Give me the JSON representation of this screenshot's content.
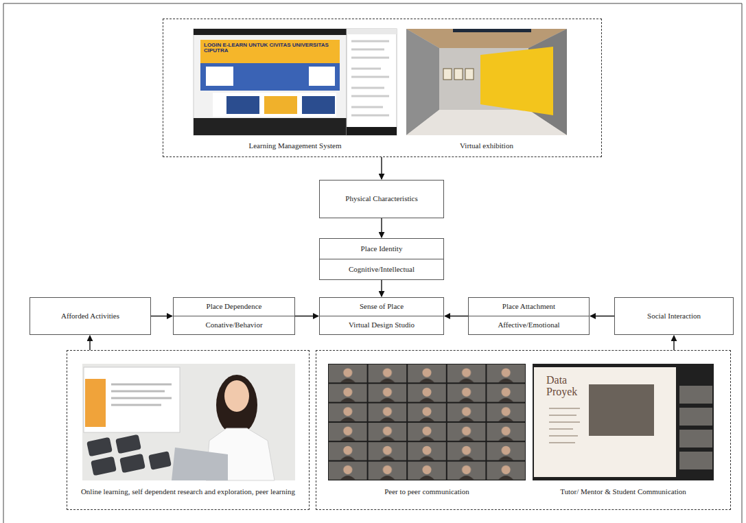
{
  "diagram": {
    "nodes": [
      {
        "text": [
          "Learning Management System",
          "Virtual exhibition"
        ]
      },
      {
        "text": [
          "Physical Characteristics"
        ]
      },
      {
        "text": [
          "Place Identity",
          "Cognitive/Intellectual"
        ]
      },
      {
        "text": [
          "Afforded Activities"
        ]
      },
      {
        "text": [
          "Place Dependence",
          "Conative/Behavior"
        ]
      },
      {
        "text": [
          "Sense of Place",
          "Virtual Design Studio"
        ]
      },
      {
        "text": [
          "Place Attachment",
          "Affective/Emotional"
        ]
      },
      {
        "text": [
          "Social Interaction"
        ]
      },
      {
        "text": [
          "Online learning, self dependent research and exploration, peer learning"
        ]
      },
      {
        "text": [
          "Peer to peer communication",
          "Tutor/ Mentor & Student Communication"
        ]
      }
    ],
    "edges": [
      {
        "from": 0,
        "to": 1,
        "arrow": "to"
      },
      {
        "from": 1,
        "to": 2,
        "arrow": "to"
      },
      {
        "from": 2,
        "to": 5,
        "arrow": "to"
      },
      {
        "from": 3,
        "to": 4,
        "arrow": "to"
      },
      {
        "from": 4,
        "to": 5,
        "arrow": "to"
      },
      {
        "from": 6,
        "to": 5,
        "arrow": "to"
      },
      {
        "from": 7,
        "to": 6,
        "arrow": "to"
      },
      {
        "from": 8,
        "to": 3,
        "arrow": "to"
      },
      {
        "from": 9,
        "to": 7,
        "arrow": "to"
      }
    ],
    "labels": [
      "LOGIN E-LEARN UNTUK CIVITAS UNIVERSITAS CIPUTRA",
      "Data Proyek"
    ]
  }
}
